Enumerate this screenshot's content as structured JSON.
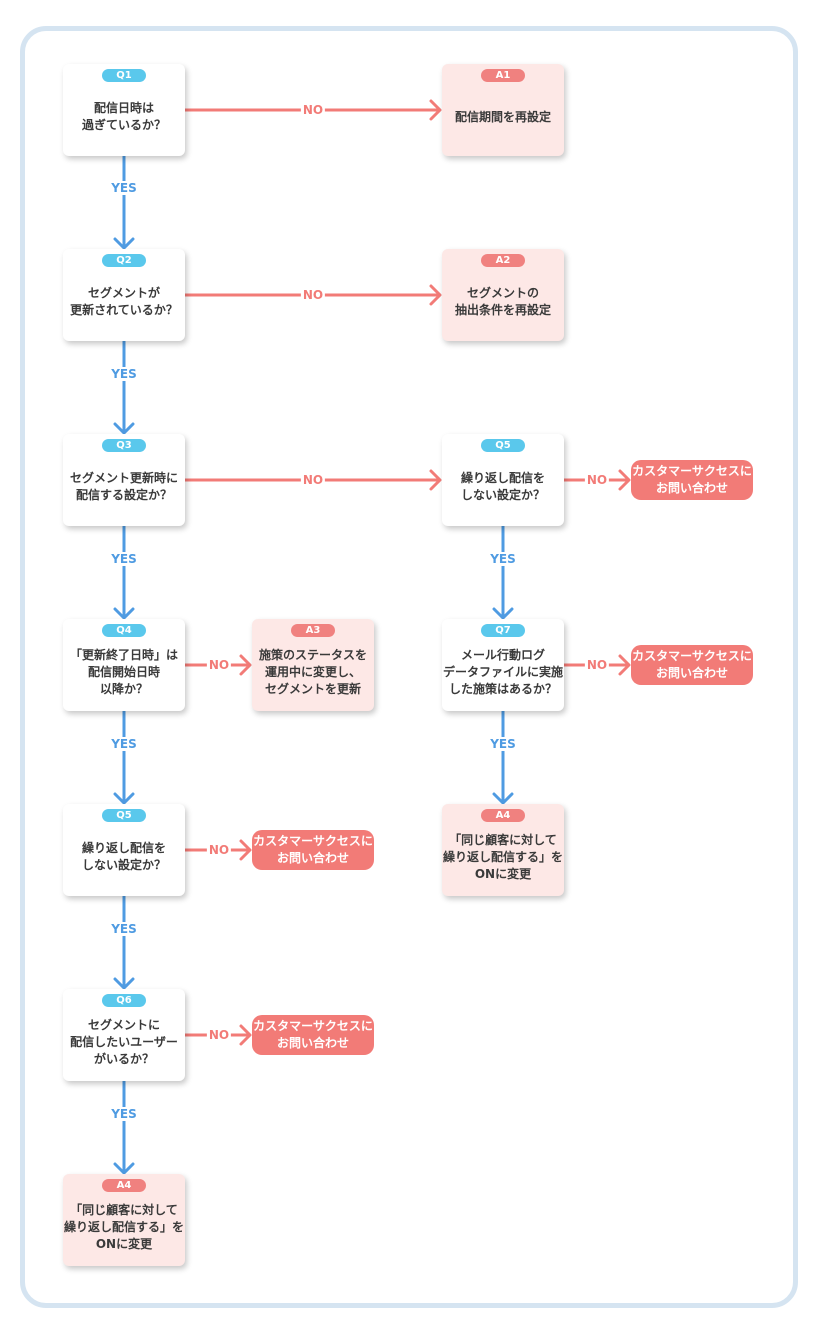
{
  "colors": {
    "yes": "#4f9be2",
    "no": "#f27b77",
    "question_badge": "#5ac8ec",
    "answer_badge": "#f0817f",
    "answer_fill": "#fde8e6",
    "contact_fill": "#f27b77",
    "frame": "#d5e4f1"
  },
  "labels": {
    "yes": "YES",
    "no": "NO"
  },
  "nodes": {
    "q1": {
      "badge": "Q1",
      "text": "配信日時は\n過ぎているか？"
    },
    "a1": {
      "badge": "A1",
      "text": "配信期間を再設定"
    },
    "q2": {
      "badge": "Q2",
      "text": "セグメントが\n更新されているか？"
    },
    "a2": {
      "badge": "A2",
      "text": "セグメントの\n抽出条件を再設定"
    },
    "q3": {
      "badge": "Q3",
      "text": "セグメント更新時に\n配信する設定か？"
    },
    "q5r": {
      "badge": "Q5",
      "text": "繰り返し配信を\nしない設定か？"
    },
    "c1": {
      "text": "カスタマーサクセスに\nお問い合わせ"
    },
    "q4": {
      "badge": "Q4",
      "text": "「更新終了日時」は\n配信開始日時\n以降か？"
    },
    "a3": {
      "badge": "A3",
      "text": "施策のステータスを\n運用中に変更し、\nセグメントを更新"
    },
    "q7": {
      "badge": "Q7",
      "text": "メール行動ログ\nデータファイルに実施\nした施策はあるか？"
    },
    "c2": {
      "text": "カスタマーサクセスに\nお問い合わせ"
    },
    "q5": {
      "badge": "Q5",
      "text": "繰り返し配信を\nしない設定か？"
    },
    "c3": {
      "text": "カスタマーサクセスに\nお問い合わせ"
    },
    "a4r": {
      "badge": "A4",
      "text": "「同じ顧客に対して\n繰り返し配信する」を\nONに変更"
    },
    "q6": {
      "badge": "Q6",
      "text": "セグメントに\n配信したいユーザー\nがいるか？"
    },
    "c4": {
      "text": "カスタマーサクセスに\nお問い合わせ"
    },
    "a4": {
      "badge": "A4",
      "text": "「同じ顧客に対して\n繰り返し配信する」を\nONに変更"
    }
  }
}
